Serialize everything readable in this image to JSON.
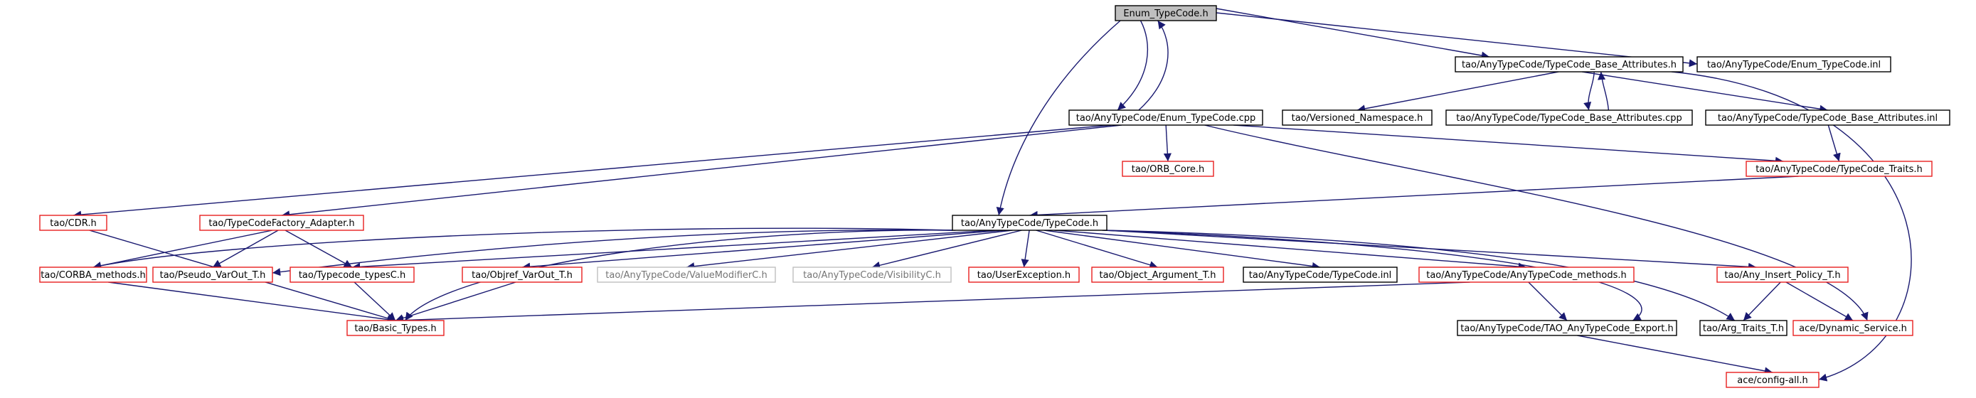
{
  "colors": {
    "edge": "#191970",
    "text": "#000000",
    "text_gray": "#757575",
    "border_black": "#000000",
    "border_red": "#e8201e",
    "border_gray": "#bfbfbf",
    "fill_white": "#ffffff",
    "fill_root": "#bfbfbf"
  },
  "nodes": [
    {
      "id": "enum_typecode_h",
      "label": "Enum_TypeCode.h",
      "style": "root"
    },
    {
      "id": "base_attr_h",
      "label": "tao/AnyTypeCode/TypeCode_Base_Attributes.h",
      "style": "black"
    },
    {
      "id": "enum_typecode_inl",
      "label": "tao/AnyTypeCode/Enum_TypeCode.inl",
      "style": "black"
    },
    {
      "id": "enum_typecode_cpp",
      "label": "tao/AnyTypeCode/Enum_TypeCode.cpp",
      "style": "black"
    },
    {
      "id": "versioned_ns",
      "label": "tao/Versioned_Namespace.h",
      "style": "black"
    },
    {
      "id": "base_attr_cpp",
      "label": "tao/AnyTypeCode/TypeCode_Base_Attributes.cpp",
      "style": "black"
    },
    {
      "id": "base_attr_inl",
      "label": "tao/AnyTypeCode/TypeCode_Base_Attributes.inl",
      "style": "black"
    },
    {
      "id": "orb_core",
      "label": "tao/ORB_Core.h",
      "style": "red"
    },
    {
      "id": "typecode_traits",
      "label": "tao/AnyTypeCode/TypeCode_Traits.h",
      "style": "red"
    },
    {
      "id": "cdr",
      "label": "tao/CDR.h",
      "style": "red"
    },
    {
      "id": "tcf_adapter",
      "label": "tao/TypeCodeFactory_Adapter.h",
      "style": "red"
    },
    {
      "id": "typecode_h",
      "label": "tao/AnyTypeCode/TypeCode.h",
      "style": "black"
    },
    {
      "id": "corba_methods",
      "label": "tao/CORBA_methods.h",
      "style": "red"
    },
    {
      "id": "pseudo_varout",
      "label": "tao/Pseudo_VarOut_T.h",
      "style": "red"
    },
    {
      "id": "typecode_typesc",
      "label": "tao/Typecode_typesC.h",
      "style": "red"
    },
    {
      "id": "objref_varout",
      "label": "tao/Objref_VarOut_T.h",
      "style": "red"
    },
    {
      "id": "valuemodifierc",
      "label": "tao/AnyTypeCode/ValueModifierC.h",
      "style": "gray"
    },
    {
      "id": "visibilityc",
      "label": "tao/AnyTypeCode/VisibilityC.h",
      "style": "gray"
    },
    {
      "id": "userexception",
      "label": "tao/UserException.h",
      "style": "red"
    },
    {
      "id": "object_argument",
      "label": "tao/Object_Argument_T.h",
      "style": "red"
    },
    {
      "id": "typecode_inl",
      "label": "tao/AnyTypeCode/TypeCode.inl",
      "style": "black"
    },
    {
      "id": "anytypecode_methods",
      "label": "tao/AnyTypeCode/AnyTypeCode_methods.h",
      "style": "red"
    },
    {
      "id": "any_insert_policy",
      "label": "tao/Any_Insert_Policy_T.h",
      "style": "red"
    },
    {
      "id": "basic_types",
      "label": "tao/Basic_Types.h",
      "style": "red"
    },
    {
      "id": "tao_export",
      "label": "tao/AnyTypeCode/TAO_AnyTypeCode_Export.h",
      "style": "black"
    },
    {
      "id": "arg_traits",
      "label": "tao/Arg_Traits_T.h",
      "style": "black"
    },
    {
      "id": "dynamic_service",
      "label": "ace/Dynamic_Service.h",
      "style": "red"
    },
    {
      "id": "config_all",
      "label": "ace/config-all.h",
      "style": "red"
    }
  ],
  "edges": [
    {
      "from": "enum_typecode_h",
      "to": "base_attr_h"
    },
    {
      "from": "enum_typecode_h",
      "to": "enum_typecode_inl"
    },
    {
      "from": "enum_typecode_h",
      "to": "enum_typecode_cpp"
    },
    {
      "from": "enum_typecode_cpp",
      "to": "enum_typecode_h"
    },
    {
      "from": "enum_typecode_h",
      "to": "typecode_h"
    },
    {
      "from": "base_attr_h",
      "to": "versioned_ns"
    },
    {
      "from": "base_attr_h",
      "to": "base_attr_cpp"
    },
    {
      "from": "base_attr_cpp",
      "to": "base_attr_h"
    },
    {
      "from": "base_attr_h",
      "to": "base_attr_inl"
    },
    {
      "from": "base_attr_h",
      "to": "config_all"
    },
    {
      "from": "base_attr_inl",
      "to": "typecode_traits"
    },
    {
      "from": "enum_typecode_cpp",
      "to": "orb_core"
    },
    {
      "from": "enum_typecode_cpp",
      "to": "typecode_traits"
    },
    {
      "from": "enum_typecode_cpp",
      "to": "cdr"
    },
    {
      "from": "enum_typecode_cpp",
      "to": "tcf_adapter"
    },
    {
      "from": "enum_typecode_cpp",
      "to": "dynamic_service"
    },
    {
      "from": "typecode_traits",
      "to": "typecode_h"
    },
    {
      "from": "cdr",
      "to": "basic_types"
    },
    {
      "from": "tcf_adapter",
      "to": "corba_methods"
    },
    {
      "from": "tcf_adapter",
      "to": "pseudo_varout"
    },
    {
      "from": "tcf_adapter",
      "to": "typecode_typesc"
    },
    {
      "from": "typecode_h",
      "to": "corba_methods"
    },
    {
      "from": "typecode_h",
      "to": "pseudo_varout"
    },
    {
      "from": "typecode_h",
      "to": "typecode_typesc"
    },
    {
      "from": "typecode_h",
      "to": "objref_varout"
    },
    {
      "from": "typecode_h",
      "to": "valuemodifierc"
    },
    {
      "from": "typecode_h",
      "to": "visibilityc"
    },
    {
      "from": "typecode_h",
      "to": "userexception"
    },
    {
      "from": "typecode_h",
      "to": "object_argument"
    },
    {
      "from": "typecode_h",
      "to": "typecode_inl"
    },
    {
      "from": "typecode_h",
      "to": "anytypecode_methods"
    },
    {
      "from": "typecode_h",
      "to": "any_insert_policy"
    },
    {
      "from": "typecode_h",
      "to": "basic_types"
    },
    {
      "from": "typecode_h",
      "to": "tao_export"
    },
    {
      "from": "typecode_h",
      "to": "arg_traits"
    },
    {
      "from": "corba_methods",
      "to": "basic_types"
    },
    {
      "from": "typecode_typesc",
      "to": "basic_types"
    },
    {
      "from": "objref_varout",
      "to": "basic_types"
    },
    {
      "from": "anytypecode_methods",
      "to": "basic_types"
    },
    {
      "from": "anytypecode_methods",
      "to": "tao_export"
    },
    {
      "from": "any_insert_policy",
      "to": "arg_traits"
    },
    {
      "from": "any_insert_policy",
      "to": "dynamic_service"
    },
    {
      "from": "tao_export",
      "to": "config_all"
    }
  ]
}
